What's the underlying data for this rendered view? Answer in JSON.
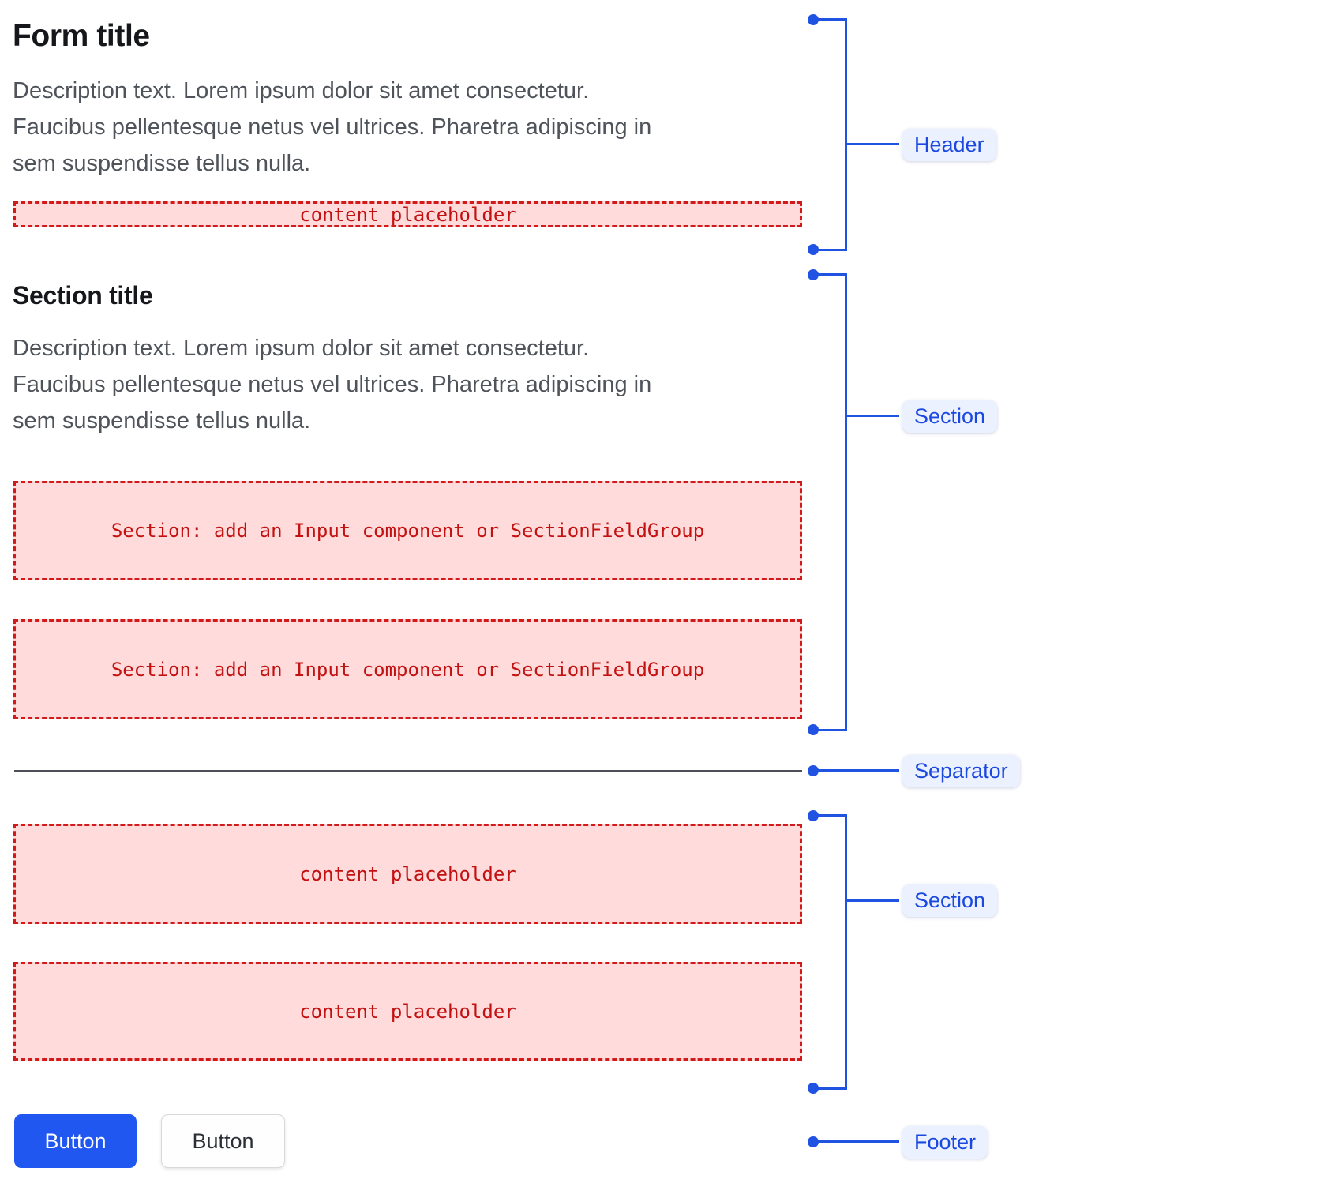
{
  "colors": {
    "accent_blue": "#2153e3",
    "annotation_pill_bg": "#ebf1fe",
    "annotation_pill_text": "#1b49e0",
    "placeholder_bg": "#ffdbdb",
    "placeholder_border": "#d21a1a",
    "placeholder_text": "#c31111",
    "primary_button_bg": "#2057f0",
    "primary_button_text": "#ffffff",
    "secondary_button_bg": "#fefefe",
    "secondary_button_text": "#2c3036",
    "separator_line": "#4c5056",
    "title_text": "#15171b",
    "description_text": "#4f535a"
  },
  "header": {
    "title": "Form title",
    "description_lines": [
      "Description text. Lorem ipsum dolor sit amet consectetur.",
      "Faucibus pellentesque netus vel ultrices. Pharetra adipiscing in",
      "sem suspendisse tellus nulla."
    ],
    "content_placeholder": "content placeholder"
  },
  "section": {
    "title": "Section title",
    "description_lines": [
      "Description text. Lorem ipsum dolor sit amet consectetur.",
      "Faucibus pellentesque netus vel ultrices. Pharetra adipiscing in",
      "sem suspendisse tellus nulla."
    ],
    "slot_1": "Section: add an Input component or SectionFieldGroup",
    "slot_2": "Section: add an Input component or SectionFieldGroup"
  },
  "section_2": {
    "slot_1": "content placeholder",
    "slot_2": "content placeholder"
  },
  "footer": {
    "primary_button": "Button",
    "secondary_button": "Button"
  },
  "annotations": {
    "header_label": "Header",
    "section_label": "Section",
    "separator_label": "Separator",
    "section_2_label": "Section",
    "footer_label": "Footer"
  }
}
